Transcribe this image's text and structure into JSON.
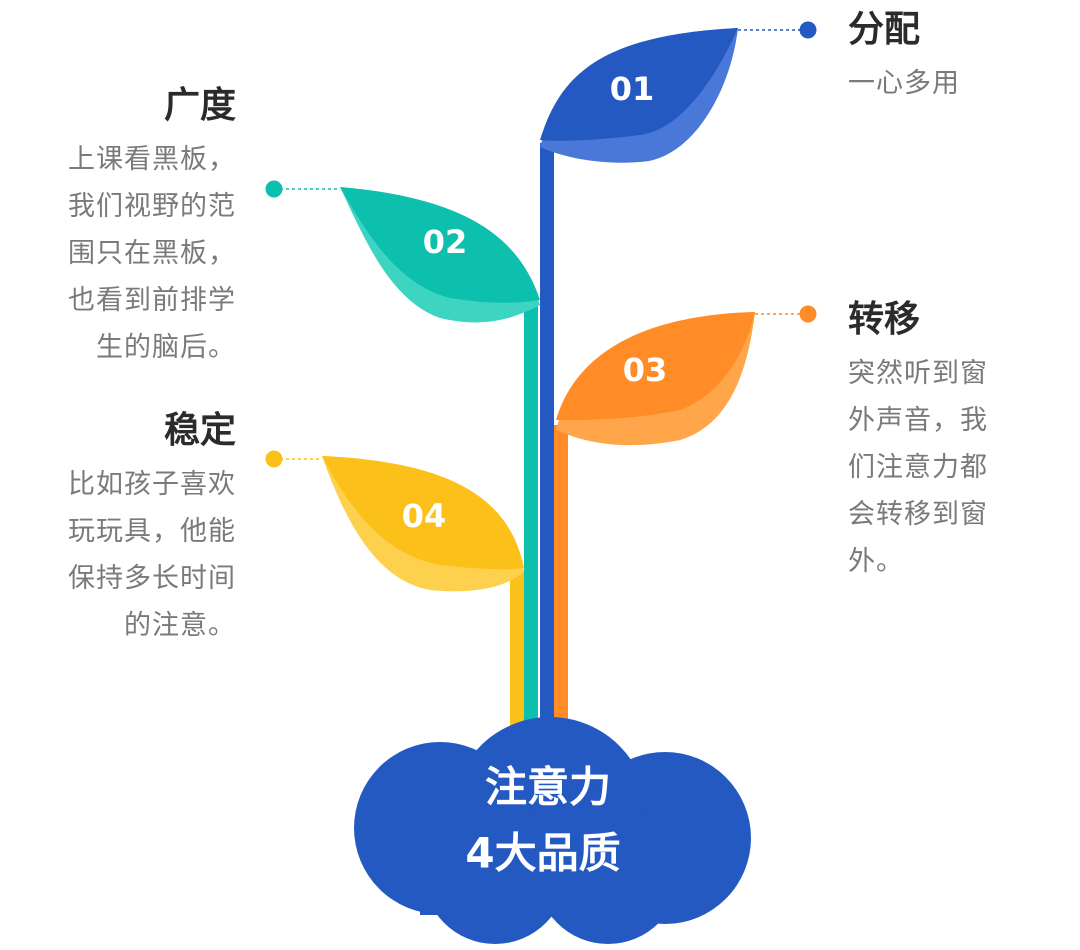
{
  "center": {
    "line1": "注意力",
    "line2": "4大品质"
  },
  "items": [
    {
      "number": "01",
      "title": "分配",
      "desc": [
        "一心多用"
      ],
      "color": "#2459c2"
    },
    {
      "number": "02",
      "title": "广度",
      "desc": [
        "上课看黑板，",
        "我们视野的范",
        "围只在黑板，",
        "也看到前排学",
        "生的脑后。"
      ],
      "color": "#0dbfad"
    },
    {
      "number": "03",
      "title": "转移",
      "desc": [
        "突然听到窗",
        "外声音，我",
        "们注意力都",
        "会转移到窗",
        "外。"
      ],
      "color": "#ff8c26"
    },
    {
      "number": "04",
      "title": "稳定",
      "desc": [
        "比如孩子喜欢",
        "玩玩具，他能",
        "保持多长时间",
        "的注意。"
      ],
      "color": "#fcc01a"
    }
  ]
}
